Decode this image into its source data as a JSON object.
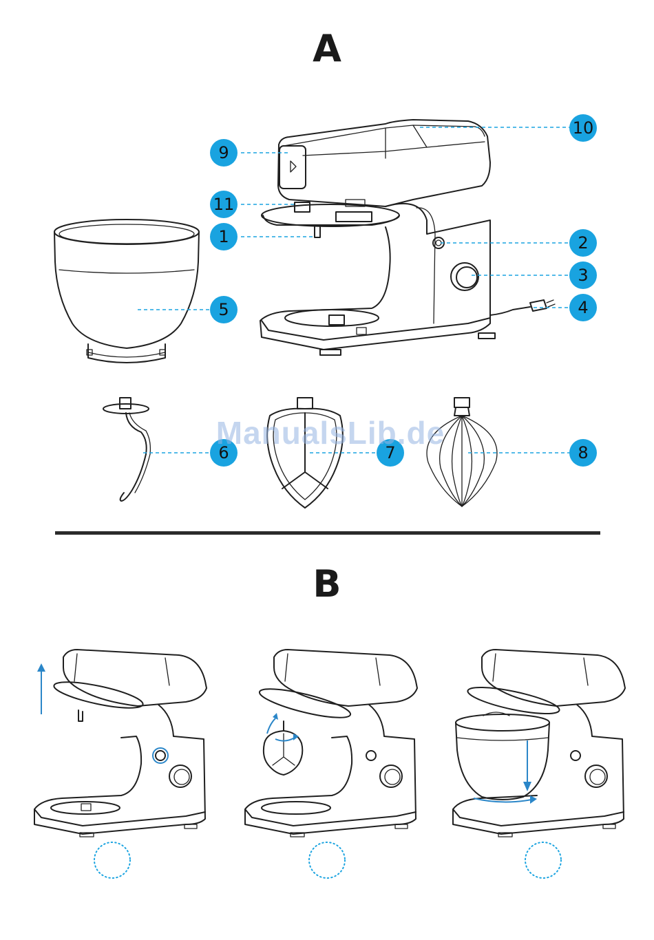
{
  "sections": {
    "a_letter": "A",
    "b_letter": "B"
  },
  "callouts": [
    "1",
    "2",
    "3",
    "4",
    "5",
    "6",
    "7",
    "8",
    "9",
    "10",
    "11"
  ],
  "watermark": "ManualsLib.de",
  "colors": {
    "accent": "#19a3e0",
    "arrow": "#2a86c8",
    "ink": "#1f1f1f"
  }
}
